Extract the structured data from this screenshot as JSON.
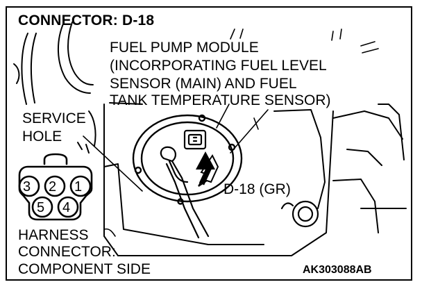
{
  "title": "CONNECTOR: D-18",
  "module_label": [
    "FUEL PUMP MODULE",
    "(INCORPORATING FUEL LEVEL",
    "SENSOR (MAIN) AND FUEL",
    "TANK TEMPERATURE SENSOR)"
  ],
  "service_hole_label": [
    "SERVICE",
    "HOLE"
  ],
  "connector_callout": "D-18 (GR)",
  "harness_label": [
    "HARNESS",
    "CONNECTOR:",
    "COMPONENT SIDE"
  ],
  "connector_pins": {
    "top_row": [
      "3",
      "2",
      "1"
    ],
    "bottom_row": [
      "5",
      "4"
    ]
  },
  "figure_code": "AK303088AB"
}
